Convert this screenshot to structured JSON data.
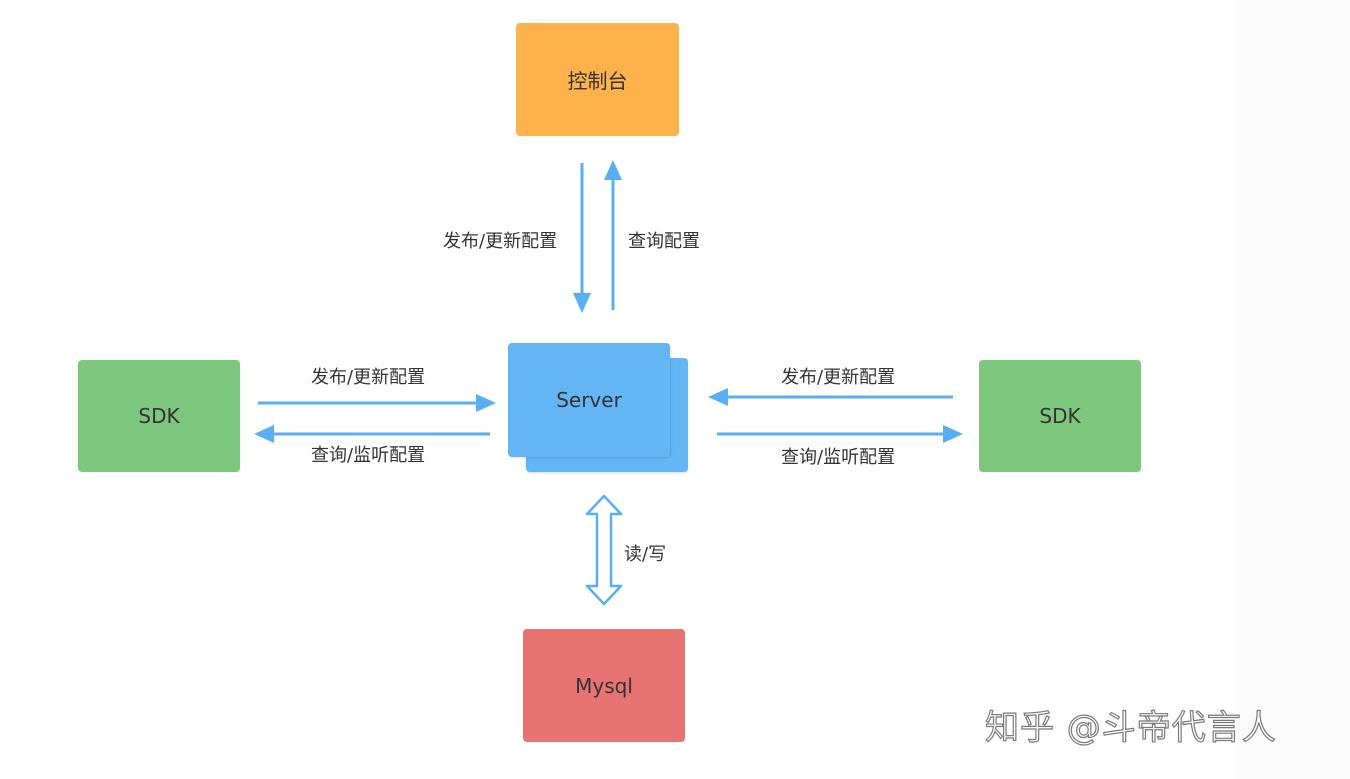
{
  "nodes": {
    "console": "控制台",
    "server": "Server",
    "sdk_left": "SDK",
    "sdk_right": "SDK",
    "mysql": "Mysql"
  },
  "edges": {
    "console_publish": "发布/更新配置",
    "console_query": "查询配置",
    "left_publish": "发布/更新配置",
    "left_query": "查询/监听配置",
    "right_publish": "发布/更新配置",
    "right_query": "查询/监听配置",
    "db_rw": "读/写"
  },
  "watermark": "知乎 @斗帝代言人",
  "colors": {
    "console": "#fdb24b",
    "server": "#64b5f4",
    "sdk": "#7dc67e",
    "mysql": "#e67272",
    "arrow": "#5aaef2"
  }
}
